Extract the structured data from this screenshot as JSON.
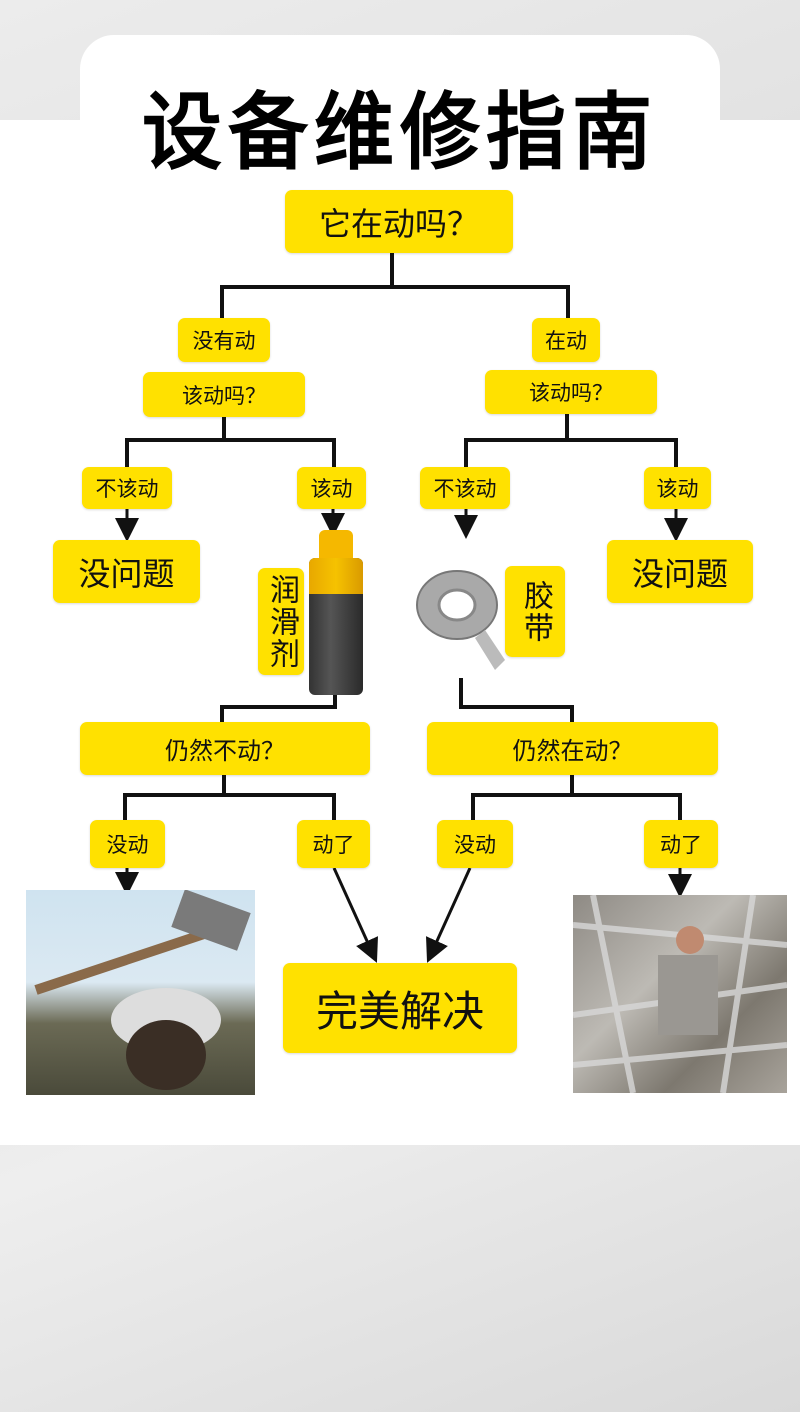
{
  "title": "设备维修指南",
  "question1": "它在动吗？",
  "left": {
    "branch": "没有动",
    "question": "该动吗？",
    "no": "不该动",
    "yes": "该动",
    "ok": "没问题",
    "tool": "润滑剂",
    "followup": "仍然不动？",
    "still": "没动",
    "moved": "动了"
  },
  "right": {
    "branch": "在动",
    "question": "该动吗？",
    "no": "不该动",
    "yes": "该动",
    "ok": "没问题",
    "tool": "胶带",
    "followup": "仍然在动？",
    "still": "没动",
    "moved": "动了"
  },
  "result": "完美解决",
  "colors": {
    "accent": "#FFE100",
    "line": "#111111"
  }
}
